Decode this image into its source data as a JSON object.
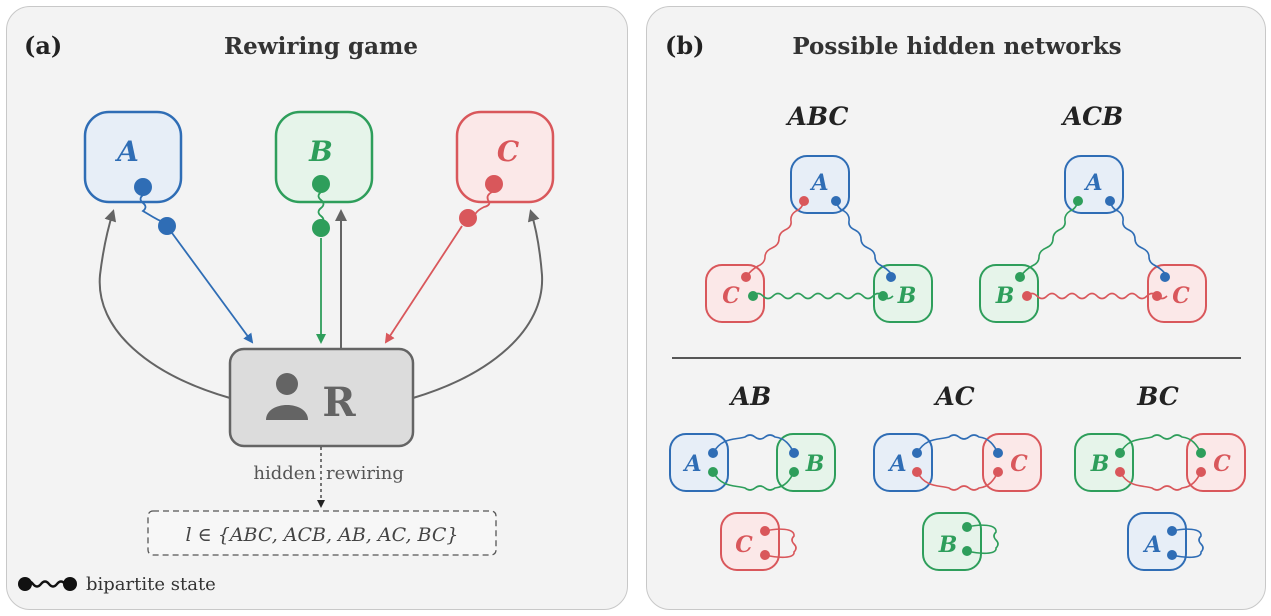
{
  "panel_a": {
    "label": "(a)",
    "title": "Rewiring game",
    "parties": [
      "A",
      "B",
      "C"
    ],
    "referee": "R",
    "arrow_label_left": "hidden",
    "arrow_label_right": "rewiring",
    "outcome_box": "l ∈ {ABC, ACB, AB, AC, BC}",
    "legend": "bipartite state"
  },
  "panel_b": {
    "label": "(b)",
    "title": "Possible hidden networks",
    "networks": [
      "ABC",
      "ACB",
      "AB",
      "AC",
      "BC"
    ]
  },
  "colors": {
    "A": "#2f6db5",
    "B": "#2e9e5b",
    "C": "#d9575b",
    "referee": "#646464"
  }
}
